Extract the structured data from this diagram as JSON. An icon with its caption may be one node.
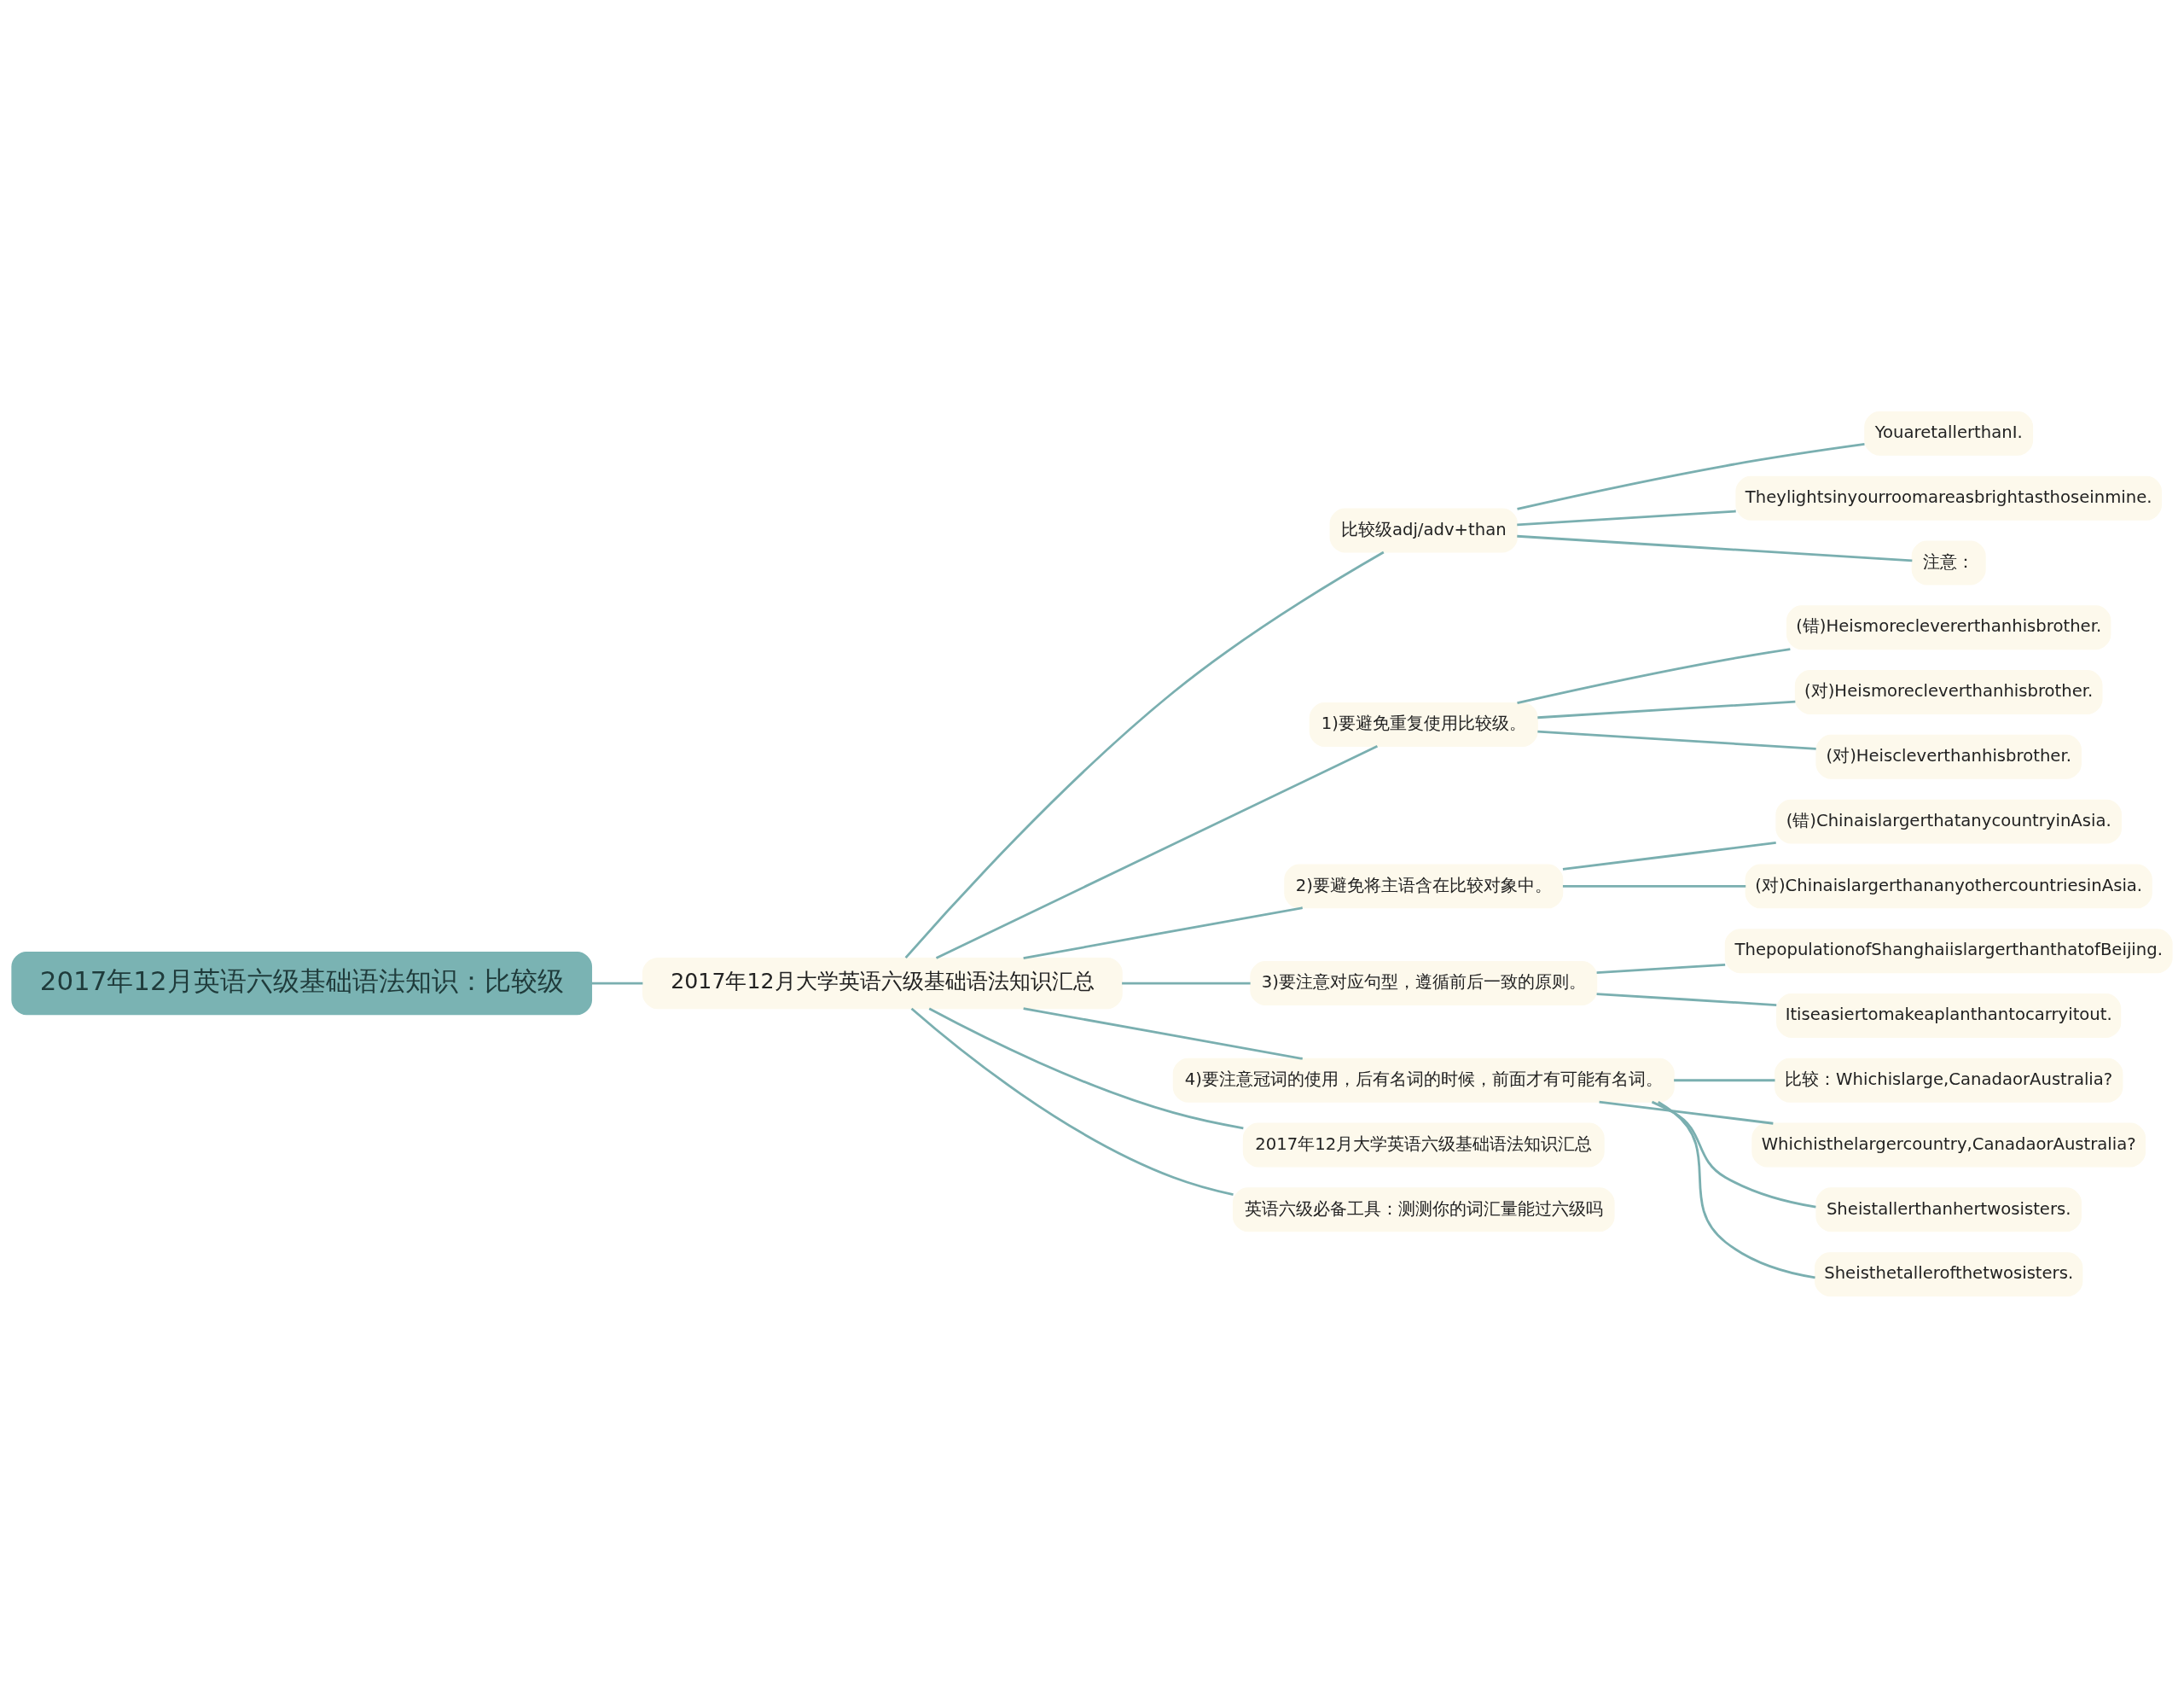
{
  "diagram": {
    "nodes": [
      {
        "text": [
          "2017年12月英语六级基础语法知识：比较级"
        ]
      },
      {
        "text": [
          "2017年12月大学英语六级基础语法知识汇总"
        ]
      },
      {
        "text": [
          "比较级adj/adv+than"
        ]
      },
      {
        "text": [
          "YouaretallerthanI."
        ]
      },
      {
        "text": [
          "Theylightsinyourroomareasbrightasthoseinmine."
        ]
      },
      {
        "text": [
          "注意："
        ]
      },
      {
        "text": [
          "1)要避免重复使用比较级。"
        ]
      },
      {
        "text": [
          "(错)Heismoreclevererthanhisbrother."
        ]
      },
      {
        "text": [
          "(对)Heismorecleverthanhisbrother."
        ]
      },
      {
        "text": [
          "(对)Heiscleverthanhisbrother."
        ]
      },
      {
        "text": [
          "2)要避免将主语含在比较对象中。"
        ]
      },
      {
        "text": [
          "(错)ChinaislargerthatanycountryinAsia."
        ]
      },
      {
        "text": [
          "(对)ChinaislargerthananyothercountriesinAsia."
        ]
      },
      {
        "text": [
          "3)要注意对应句型，遵循前后一致的原则。"
        ]
      },
      {
        "text": [
          "ThepopulationofShanghaiislargerthanthatofBeijing."
        ]
      },
      {
        "text": [
          "Itiseasiertomakeaplanthantocarryitout."
        ]
      },
      {
        "text": [
          "4)要注意冠词的使用，后有名词的时候，前面才有可能有名词。"
        ]
      },
      {
        "text": [
          "比较：Whichislarge,CanadaorAustralia?"
        ]
      },
      {
        "text": [
          "Whichisthelargercountry,CanadaorAustralia?"
        ]
      },
      {
        "text": [
          "Sheistallerthanhertwosisters."
        ]
      },
      {
        "text": [
          "Sheisthetallerofthetwosisters."
        ]
      },
      {
        "text": [
          "2017年12月大学英语六级基础语法知识汇总"
        ]
      },
      {
        "text": [
          "英语六级必备工具：测测你的词汇量能过六级吗"
        ]
      }
    ],
    "edges": [
      {
        "from": 0,
        "to": 1,
        "arrow": "none"
      },
      {
        "from": 1,
        "to": 2,
        "arrow": "none"
      },
      {
        "from": 2,
        "to": 3,
        "arrow": "none"
      },
      {
        "from": 2,
        "to": 4,
        "arrow": "none"
      },
      {
        "from": 2,
        "to": 5,
        "arrow": "none"
      },
      {
        "from": 1,
        "to": 6,
        "arrow": "none"
      },
      {
        "from": 6,
        "to": 7,
        "arrow": "none"
      },
      {
        "from": 6,
        "to": 8,
        "arrow": "none"
      },
      {
        "from": 6,
        "to": 9,
        "arrow": "none"
      },
      {
        "from": 1,
        "to": 10,
        "arrow": "none"
      },
      {
        "from": 10,
        "to": 11,
        "arrow": "none"
      },
      {
        "from": 10,
        "to": 12,
        "arrow": "none"
      },
      {
        "from": 1,
        "to": 13,
        "arrow": "none"
      },
      {
        "from": 13,
        "to": 14,
        "arrow": "none"
      },
      {
        "from": 13,
        "to": 15,
        "arrow": "none"
      },
      {
        "from": 1,
        "to": 16,
        "arrow": "none"
      },
      {
        "from": 16,
        "to": 17,
        "arrow": "none"
      },
      {
        "from": 16,
        "to": 18,
        "arrow": "none"
      },
      {
        "from": 16,
        "to": 19,
        "arrow": "none"
      },
      {
        "from": 16,
        "to": 20,
        "arrow": "none"
      },
      {
        "from": 1,
        "to": 21,
        "arrow": "none"
      },
      {
        "from": 1,
        "to": 22,
        "arrow": "none"
      }
    ]
  }
}
